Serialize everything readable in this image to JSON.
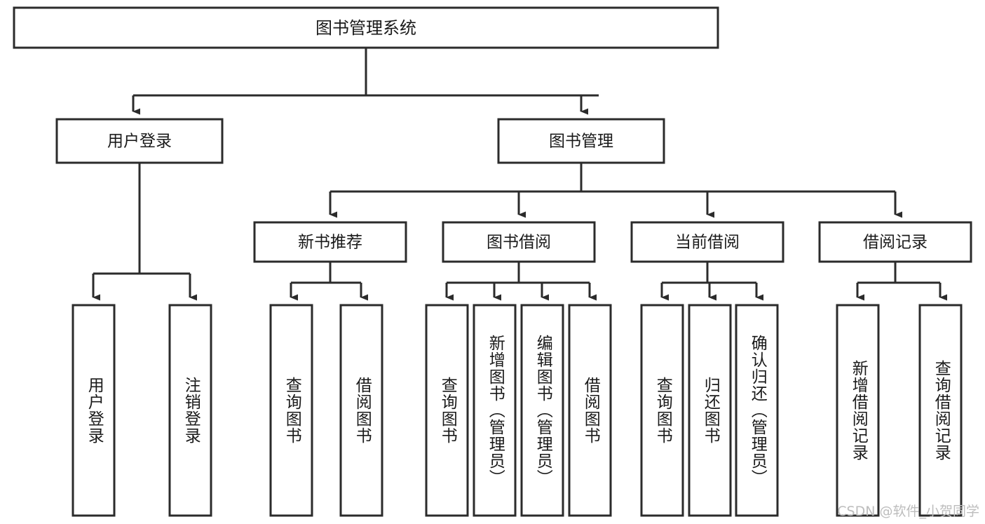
{
  "diagram": {
    "type": "tree-hierarchy",
    "title_node": {
      "label": "图书管理系统"
    },
    "level2": [
      {
        "id": "user-login",
        "label": "用户登录"
      },
      {
        "id": "book-manage",
        "label": "图书管理"
      }
    ],
    "level3": [
      {
        "id": "new-book-recommend",
        "label": "新书推荐"
      },
      {
        "id": "book-borrow",
        "label": "图书借阅"
      },
      {
        "id": "current-borrow",
        "label": "当前借阅"
      },
      {
        "id": "borrow-record",
        "label": "借阅记录"
      }
    ],
    "leaves": {
      "user_login": [
        {
          "id": "leaf-user-login",
          "label": "用户登录"
        },
        {
          "id": "leaf-logout-login",
          "label": "注销登录"
        }
      ],
      "new_book_recommend": [
        {
          "id": "leaf-query-book-1",
          "label": "查询图书"
        },
        {
          "id": "leaf-borrow-book-1",
          "label": "借阅图书"
        }
      ],
      "book_borrow": [
        {
          "id": "leaf-query-book-2",
          "label": "查询图书"
        },
        {
          "id": "leaf-add-book",
          "label": "新增图书（管理员）"
        },
        {
          "id": "leaf-edit-book",
          "label": "编辑图书（管理员）"
        },
        {
          "id": "leaf-borrow-book-2",
          "label": "借阅图书"
        }
      ],
      "current_borrow": [
        {
          "id": "leaf-query-book-3",
          "label": "查询图书"
        },
        {
          "id": "leaf-return-book",
          "label": "归还图书"
        },
        {
          "id": "leaf-confirm-return",
          "label": "确认归还（管理员）"
        }
      ],
      "borrow_record": [
        {
          "id": "leaf-add-record",
          "label": "新增借阅记录"
        },
        {
          "id": "leaf-query-record",
          "label": "查询借阅记录"
        }
      ]
    }
  },
  "watermark": {
    "text": "CSDN @软件_小贺同学"
  },
  "colors": {
    "background": "#ffffff",
    "stroke": "#2b2b2b",
    "text": "#1a1a1a",
    "watermark": "#bdbdbd"
  }
}
